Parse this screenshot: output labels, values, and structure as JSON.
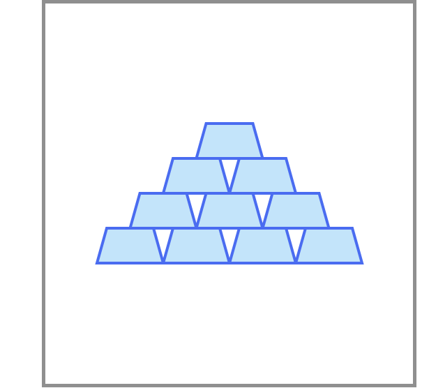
{
  "figure": {
    "colors": {
      "frame_stroke": "#8f8f8f",
      "block_fill": "#c3e4fa",
      "block_stroke": "#4a6cf0"
    },
    "pyramid": {
      "rows": [
        1,
        2,
        3,
        4
      ],
      "total_blocks": 10
    }
  }
}
